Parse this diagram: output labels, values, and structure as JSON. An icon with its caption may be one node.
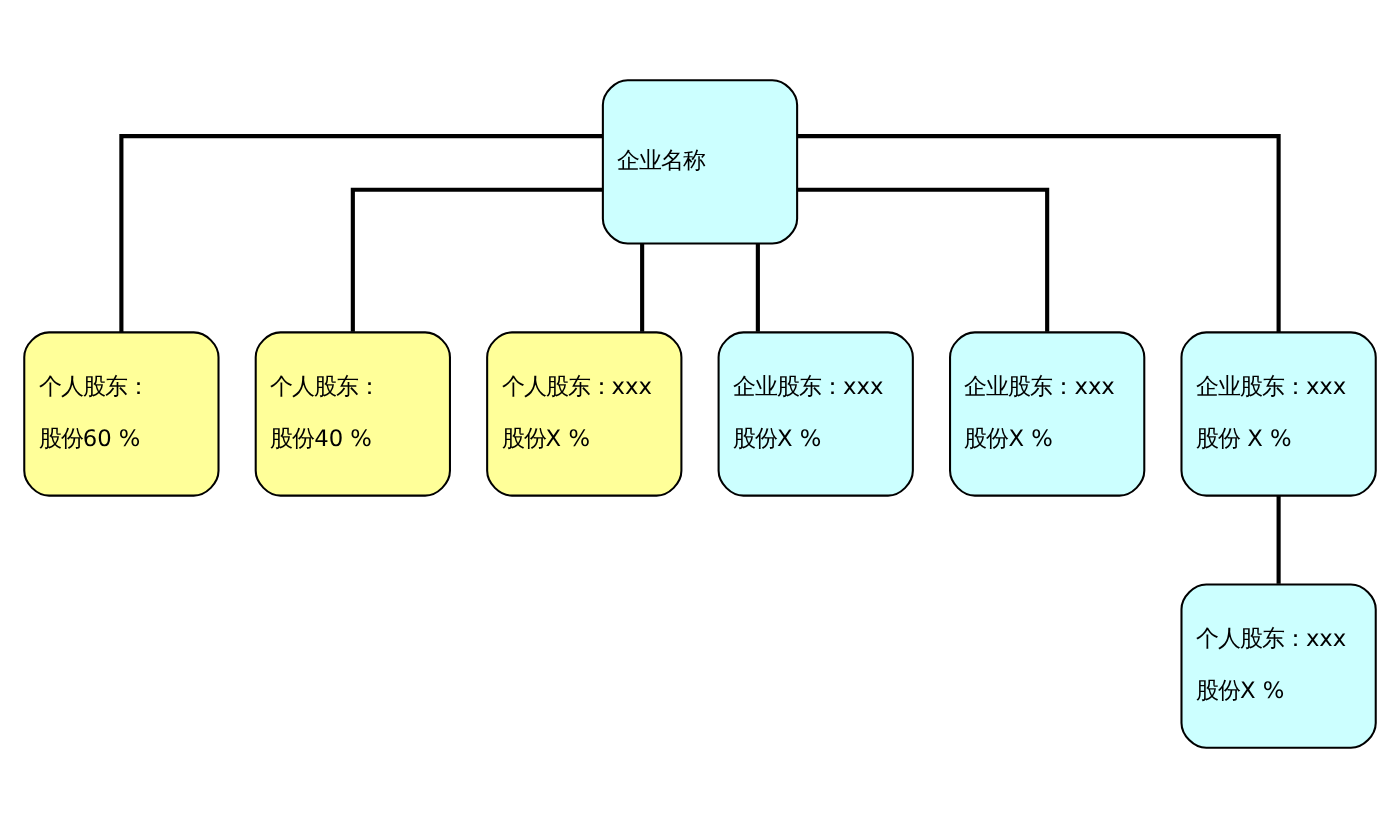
{
  "diagram": {
    "nodes": [
      {
        "text": [
          "企业名称"
        ]
      },
      {
        "text": [
          "个人股东：",
          "股份60 %"
        ]
      },
      {
        "text": [
          "个人股东：",
          "股份40 %"
        ]
      },
      {
        "text": [
          "个人股东：xxx",
          "股份X %"
        ]
      },
      {
        "text": [
          "企业股东：xxx",
          "股份X %"
        ]
      },
      {
        "text": [
          "企业股东：xxx",
          "股份X %"
        ]
      },
      {
        "text": [
          "企业股东：xxx",
          "股份 X %"
        ]
      },
      {
        "text": [
          "个人股东：xxx",
          "股份X %"
        ]
      }
    ],
    "edges": [
      {
        "from": 0,
        "to": 1,
        "arrow": "none"
      },
      {
        "from": 0,
        "to": 2,
        "arrow": "none"
      },
      {
        "from": 0,
        "to": 3,
        "arrow": "none"
      },
      {
        "from": 0,
        "to": 4,
        "arrow": "none"
      },
      {
        "from": 0,
        "to": 5,
        "arrow": "none"
      },
      {
        "from": 0,
        "to": 6,
        "arrow": "none"
      },
      {
        "from": 6,
        "to": 7,
        "arrow": "none"
      }
    ]
  }
}
